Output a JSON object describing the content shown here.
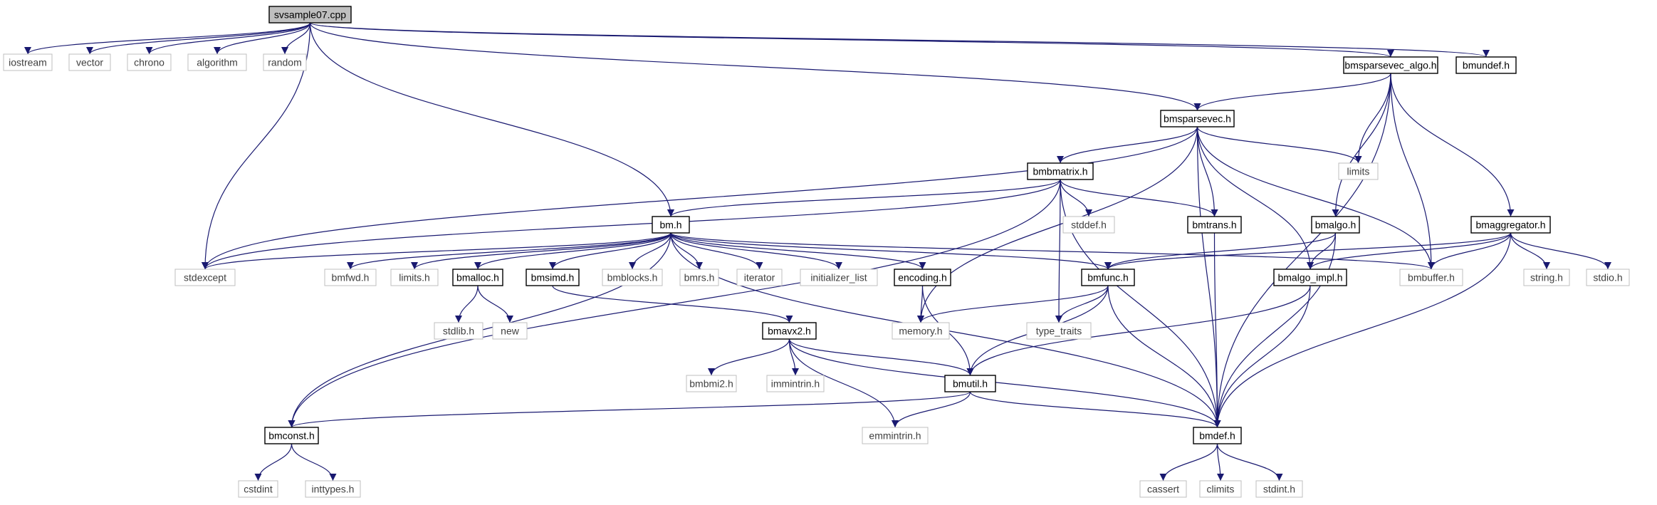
{
  "graph": {
    "nodes": [
      {
        "id": "svsample07",
        "label": "svsample07.cpp",
        "kind": "root"
      },
      {
        "id": "iostream",
        "label": "iostream",
        "kind": "system"
      },
      {
        "id": "vector",
        "label": "vector",
        "kind": "system"
      },
      {
        "id": "chrono",
        "label": "chrono",
        "kind": "system"
      },
      {
        "id": "algorithm",
        "label": "algorithm",
        "kind": "system"
      },
      {
        "id": "random",
        "label": "random",
        "kind": "system"
      },
      {
        "id": "stdexcept",
        "label": "stdexcept",
        "kind": "system"
      },
      {
        "id": "bm_h",
        "label": "bm.h",
        "kind": "local"
      },
      {
        "id": "bmsparsevec",
        "label": "bmsparsevec.h",
        "kind": "local"
      },
      {
        "id": "bmsparsevec_algo",
        "label": "bmsparsevec_algo.h",
        "kind": "local"
      },
      {
        "id": "bmundef",
        "label": "bmundef.h",
        "kind": "local"
      },
      {
        "id": "limits",
        "label": "limits",
        "kind": "system"
      },
      {
        "id": "bmbmatrix",
        "label": "bmbmatrix.h",
        "kind": "local"
      },
      {
        "id": "stddef",
        "label": "stddef.h",
        "kind": "system"
      },
      {
        "id": "bmtrans",
        "label": "bmtrans.h",
        "kind": "local"
      },
      {
        "id": "bmalgo",
        "label": "bmalgo.h",
        "kind": "local"
      },
      {
        "id": "bmaggregator",
        "label": "bmaggregator.h",
        "kind": "local"
      },
      {
        "id": "bmfwd",
        "label": "bmfwd.h",
        "kind": "system"
      },
      {
        "id": "limits_h",
        "label": "limits.h",
        "kind": "system"
      },
      {
        "id": "bmalloc",
        "label": "bmalloc.h",
        "kind": "local"
      },
      {
        "id": "bmsimd",
        "label": "bmsimd.h",
        "kind": "local"
      },
      {
        "id": "bmblocks",
        "label": "bmblocks.h",
        "kind": "system"
      },
      {
        "id": "bmrs",
        "label": "bmrs.h",
        "kind": "system"
      },
      {
        "id": "iterator",
        "label": "iterator",
        "kind": "system"
      },
      {
        "id": "initializer_list",
        "label": "initializer_list",
        "kind": "system"
      },
      {
        "id": "encoding",
        "label": "encoding.h",
        "kind": "local"
      },
      {
        "id": "bmfunc",
        "label": "bmfunc.h",
        "kind": "local"
      },
      {
        "id": "bmalgo_impl",
        "label": "bmalgo_impl.h",
        "kind": "local"
      },
      {
        "id": "bmbuffer",
        "label": "bmbuffer.h",
        "kind": "system"
      },
      {
        "id": "string_h",
        "label": "string.h",
        "kind": "system"
      },
      {
        "id": "stdio_h",
        "label": "stdio.h",
        "kind": "system"
      },
      {
        "id": "stdlib_h",
        "label": "stdlib.h",
        "kind": "system"
      },
      {
        "id": "new",
        "label": "new",
        "kind": "system"
      },
      {
        "id": "bmavx2",
        "label": "bmavx2.h",
        "kind": "local"
      },
      {
        "id": "memory",
        "label": "memory.h",
        "kind": "system"
      },
      {
        "id": "type_traits",
        "label": "type_traits",
        "kind": "system"
      },
      {
        "id": "bmbmi2",
        "label": "bmbmi2.h",
        "kind": "system"
      },
      {
        "id": "immintrin",
        "label": "immintrin.h",
        "kind": "system"
      },
      {
        "id": "bmutil",
        "label": "bmutil.h",
        "kind": "local"
      },
      {
        "id": "emmintrin",
        "label": "emmintrin.h",
        "kind": "system"
      },
      {
        "id": "bmdef",
        "label": "bmdef.h",
        "kind": "local"
      },
      {
        "id": "bmconst",
        "label": "bmconst.h",
        "kind": "local"
      },
      {
        "id": "cstdint",
        "label": "cstdint",
        "kind": "system"
      },
      {
        "id": "inttypes",
        "label": "inttypes.h",
        "kind": "system"
      },
      {
        "id": "cassert",
        "label": "cassert",
        "kind": "system"
      },
      {
        "id": "climits",
        "label": "climits",
        "kind": "system"
      },
      {
        "id": "stdint",
        "label": "stdint.h",
        "kind": "system"
      }
    ],
    "edges": [
      [
        "svsample07",
        "iostream"
      ],
      [
        "svsample07",
        "vector"
      ],
      [
        "svsample07",
        "chrono"
      ],
      [
        "svsample07",
        "algorithm"
      ],
      [
        "svsample07",
        "random"
      ],
      [
        "svsample07",
        "stdexcept"
      ],
      [
        "svsample07",
        "bm_h"
      ],
      [
        "svsample07",
        "bmsparsevec"
      ],
      [
        "svsample07",
        "bmsparsevec_algo"
      ],
      [
        "svsample07",
        "bmundef"
      ],
      [
        "bmsparsevec_algo",
        "bmsparsevec"
      ],
      [
        "bmsparsevec_algo",
        "limits"
      ],
      [
        "bmsparsevec_algo",
        "bmalgo"
      ],
      [
        "bmsparsevec_algo",
        "bmbuffer"
      ],
      [
        "bmsparsevec_algo",
        "bmaggregator"
      ],
      [
        "bmsparsevec_algo",
        "bmdef"
      ],
      [
        "bmsparsevec",
        "stdexcept"
      ],
      [
        "bmsparsevec",
        "memory"
      ],
      [
        "bmsparsevec",
        "bmbmatrix"
      ],
      [
        "bmsparsevec",
        "bmtrans"
      ],
      [
        "bmsparsevec",
        "bmdef"
      ],
      [
        "bmsparsevec",
        "bmalgo_impl"
      ],
      [
        "bmsparsevec",
        "bmbuffer"
      ],
      [
        "bmsparsevec",
        "limits"
      ],
      [
        "bmbmatrix",
        "stdexcept"
      ],
      [
        "bmbmatrix",
        "bmconst"
      ],
      [
        "bmbmatrix",
        "bm_h"
      ],
      [
        "bmbmatrix",
        "stddef"
      ],
      [
        "bmbmatrix",
        "type_traits"
      ],
      [
        "bmbmatrix",
        "bmtrans"
      ],
      [
        "bmbmatrix",
        "bmdef"
      ],
      [
        "bm_h",
        "stdexcept"
      ],
      [
        "bm_h",
        "bmconst"
      ],
      [
        "bm_h",
        "bmfwd"
      ],
      [
        "bm_h",
        "limits_h"
      ],
      [
        "bm_h",
        "bmalloc"
      ],
      [
        "bm_h",
        "bmsimd"
      ],
      [
        "bm_h",
        "bmblocks"
      ],
      [
        "bm_h",
        "bmrs"
      ],
      [
        "bm_h",
        "iterator"
      ],
      [
        "bm_h",
        "initializer_list"
      ],
      [
        "bm_h",
        "encoding"
      ],
      [
        "bm_h",
        "bmfunc"
      ],
      [
        "bm_h",
        "bmbuffer"
      ],
      [
        "bm_h",
        "bmdef"
      ],
      [
        "bmalloc",
        "stdlib_h"
      ],
      [
        "bmalloc",
        "new"
      ],
      [
        "bmsimd",
        "bmavx2"
      ],
      [
        "encoding",
        "memory"
      ],
      [
        "encoding",
        "bmutil"
      ],
      [
        "bmtrans",
        "bmdef"
      ],
      [
        "bmalgo",
        "bmfunc"
      ],
      [
        "bmalgo",
        "bmalgo_impl"
      ],
      [
        "bmalgo",
        "bmdef"
      ],
      [
        "bmaggregator",
        "bmfunc"
      ],
      [
        "bmaggregator",
        "bmalgo_impl"
      ],
      [
        "bmaggregator",
        "bmbuffer"
      ],
      [
        "bmaggregator",
        "string_h"
      ],
      [
        "bmaggregator",
        "stdio_h"
      ],
      [
        "bmaggregator",
        "bmdef"
      ],
      [
        "bmfunc",
        "memory"
      ],
      [
        "bmfunc",
        "type_traits"
      ],
      [
        "bmfunc",
        "bmutil"
      ],
      [
        "bmfunc",
        "bmdef"
      ],
      [
        "bmalgo_impl",
        "bmutil"
      ],
      [
        "bmalgo_impl",
        "bmdef"
      ],
      [
        "bmavx2",
        "bmbmi2"
      ],
      [
        "bmavx2",
        "immintrin"
      ],
      [
        "bmavx2",
        "emmintrin"
      ],
      [
        "bmavx2",
        "bmutil"
      ],
      [
        "bmavx2",
        "bmdef"
      ],
      [
        "bmutil",
        "bmconst"
      ],
      [
        "bmutil",
        "emmintrin"
      ],
      [
        "bmutil",
        "bmdef"
      ],
      [
        "bmconst",
        "cstdint"
      ],
      [
        "bmconst",
        "inttypes"
      ],
      [
        "bmdef",
        "cassert"
      ],
      [
        "bmdef",
        "climits"
      ],
      [
        "bmdef",
        "stdint"
      ]
    ],
    "colors": {
      "edge": "#191970",
      "root_fill": "#bfbfbf",
      "local_border": "#000000",
      "system_border": "#bfbfbf",
      "system_text": "#404040",
      "text": "#000000"
    }
  }
}
